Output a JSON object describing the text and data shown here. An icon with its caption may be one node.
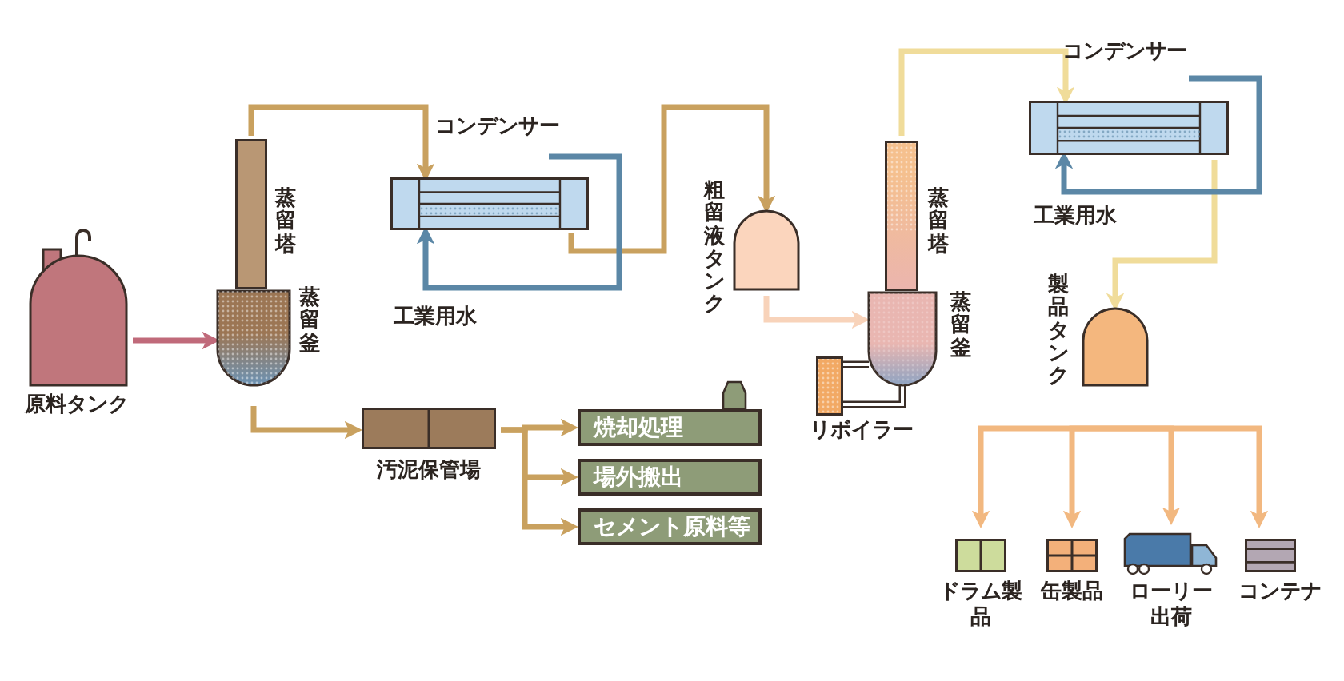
{
  "diagram": {
    "nodes": [
      {
        "text": [
          "原料タンク"
        ]
      },
      {
        "text": [
          "蒸留塔"
        ]
      },
      {
        "text": [
          "蒸留釜"
        ]
      },
      {
        "text": [
          "コンデンサー"
        ]
      },
      {
        "text": [
          "粗留液タンク"
        ]
      },
      {
        "text": [
          "蒸留塔"
        ]
      },
      {
        "text": [
          "蒸留釜"
        ]
      },
      {
        "text": [
          "リボイラー"
        ]
      },
      {
        "text": [
          "コンデンサー"
        ]
      },
      {
        "text": [
          "製品タンク"
        ]
      },
      {
        "text": [
          "汚泥保管場"
        ]
      },
      {
        "text": [
          "焼却処理"
        ]
      },
      {
        "text": [
          "場外搬出"
        ]
      },
      {
        "text": [
          "セメント原料等"
        ]
      },
      {
        "text": [
          "ドラム製品"
        ]
      },
      {
        "text": [
          "缶製品"
        ]
      },
      {
        "text": [
          "ローリー出荷"
        ]
      },
      {
        "text": [
          "コンテナ"
        ]
      }
    ],
    "edges": [
      {
        "from": 0,
        "to": 2,
        "arrow": "to",
        "color": "#c06a7a"
      },
      {
        "from": 1,
        "to": 3,
        "arrow": "to"
      },
      {
        "from": 3,
        "to": 4,
        "arrow": "to"
      },
      {
        "from": null,
        "to": 3,
        "arrow": "to",
        "color": "#5b87a6"
      },
      {
        "from": 4,
        "to": 6,
        "arrow": "to",
        "color": "#f8d3ba"
      },
      {
        "from": 5,
        "to": 8,
        "arrow": "to",
        "color": "#f0dc9a"
      },
      {
        "from": 8,
        "to": 9,
        "arrow": "to",
        "color": "#f0dc9a"
      },
      {
        "from": null,
        "to": 8,
        "arrow": "to",
        "color": "#5b87a6"
      },
      {
        "from": 7,
        "to": 6,
        "arrow": "none",
        "color": "#3a2e28"
      },
      {
        "from": 7,
        "to": 6,
        "arrow": "none",
        "color": "#3a2e28"
      },
      {
        "from": 2,
        "to": 10,
        "arrow": "to"
      },
      {
        "from": 10,
        "to": 11,
        "arrow": "to"
      },
      {
        "from": 10,
        "to": 12,
        "arrow": "to"
      },
      {
        "from": 10,
        "to": 13,
        "arrow": "to"
      },
      {
        "from": null,
        "to": 14,
        "arrow": "to",
        "color": "#f2b880"
      },
      {
        "from": null,
        "to": 15,
        "arrow": "to",
        "color": "#f2b880"
      },
      {
        "from": null,
        "to": 16,
        "arrow": "to",
        "color": "#f2b880"
      },
      {
        "from": null,
        "to": 17,
        "arrow": "to",
        "color": "#f2b880"
      }
    ],
    "labels": [
      "工業用水",
      "工業用水"
    ]
  }
}
